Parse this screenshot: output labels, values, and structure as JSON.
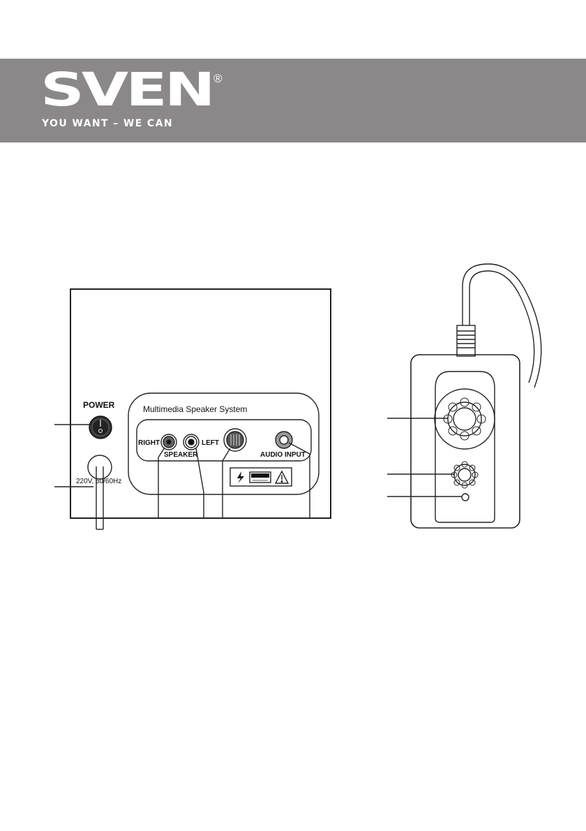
{
  "logo": {
    "word": "SVEN",
    "registered": "®",
    "tagline": "YOU WANT – WE CAN"
  },
  "rear_panel": {
    "power_label": "POWER",
    "voltage_label": "220V, 50/60Hz",
    "system_label": "Multimedia Speaker System",
    "right_label": "RIGHT",
    "left_label": "LEFT",
    "speaker_label": "SPEAKER",
    "audio_input_label": "AUDIO INPUT"
  },
  "icons": [
    "power-switch-icon",
    "lightning-warning-icon",
    "exclamation-warning-icon",
    "volume-knob-icon"
  ]
}
